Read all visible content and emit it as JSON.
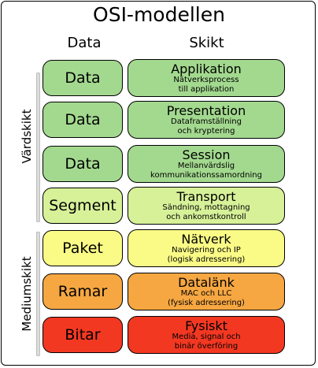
{
  "title": "OSI-modellen",
  "headers": {
    "data": "Data",
    "layer": "Skikt"
  },
  "groups": {
    "host": "Värdskikt",
    "media": "Mediumskikt"
  },
  "colors": {
    "green": "#a3d98f",
    "lightgreen": "#d7f199",
    "yellow": "#fafb86",
    "orange": "#f6a742",
    "red": "#f33822"
  },
  "layers": [
    {
      "data": "Data",
      "name": "Applikation",
      "desc1": "Nätverksprocess",
      "desc2": "till applikation",
      "color": "#a3d98f"
    },
    {
      "data": "Data",
      "name": "Presentation",
      "desc1": "Dataframställning",
      "desc2": "och kryptering",
      "color": "#a3d98f"
    },
    {
      "data": "Data",
      "name": "Session",
      "desc1": "Mellanvärdslig",
      "desc2": "kommunikationssamordning",
      "color": "#a3d98f"
    },
    {
      "data": "Segment",
      "name": "Transport",
      "desc1": "Sändning, mottagning",
      "desc2": "och ankomstkontroll",
      "color": "#d7f199"
    },
    {
      "data": "Paket",
      "name": "Nätverk",
      "desc1": "Navigering och IP",
      "desc2": "(logisk adressering)",
      "color": "#fafb86"
    },
    {
      "data": "Ramar",
      "name": "Datalänk",
      "desc1": "MAC och LLC",
      "desc2": "(fysisk adressering)",
      "color": "#f6a742"
    },
    {
      "data": "Bitar",
      "name": "Fysiskt",
      "desc1": "Media, signal och",
      "desc2": "binär överföring",
      "color": "#f33822"
    }
  ]
}
